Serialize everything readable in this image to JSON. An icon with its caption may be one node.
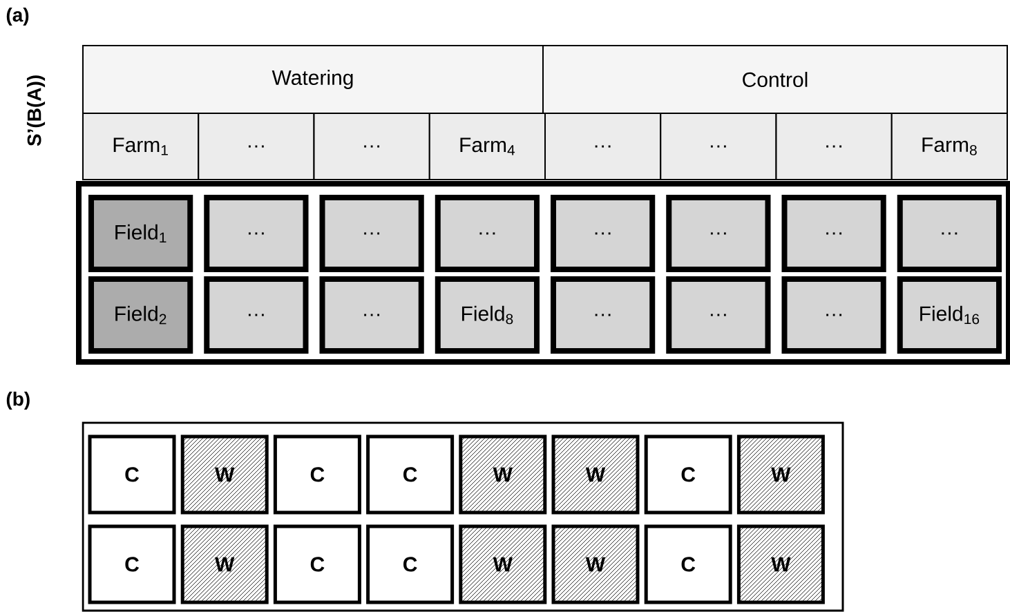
{
  "diagram": {
    "nodes": [
      {
        "text": [
          "Watering"
        ]
      },
      {
        "text": [
          "Control"
        ]
      },
      {
        "text": [
          "Farm$_{1}$"
        ]
      },
      {
        "text": [
          "…"
        ]
      },
      {
        "text": [
          "…"
        ]
      },
      {
        "text": [
          "Farm$_{4}$"
        ]
      },
      {
        "text": [
          "…"
        ]
      },
      {
        "text": [
          "…"
        ]
      },
      {
        "text": [
          "…"
        ]
      },
      {
        "text": [
          "Farm$_{8}$"
        ]
      },
      {
        "text": [],
        "shape": "box"
      },
      {
        "text": [
          "Field$_{1}$"
        ],
        "in": 10
      },
      {
        "text": [
          "…"
        ],
        "in": 10
      },
      {
        "text": [
          "…"
        ],
        "in": 10
      },
      {
        "text": [
          "…"
        ],
        "in": 10
      },
      {
        "text": [
          "…"
        ],
        "in": 10
      },
      {
        "text": [
          "…"
        ],
        "in": 10
      },
      {
        "text": [
          "…"
        ],
        "in": 10
      },
      {
        "text": [
          "…"
        ],
        "in": 10
      },
      {
        "text": [
          "Field$_{2}$"
        ],
        "in": 10
      },
      {
        "text": [
          "…"
        ],
        "in": 10
      },
      {
        "text": [
          "…"
        ],
        "in": 10
      },
      {
        "text": [
          "Field$_{8}$"
        ],
        "in": 10
      },
      {
        "text": [
          "…"
        ],
        "in": 10
      },
      {
        "text": [
          "…"
        ],
        "in": 10
      },
      {
        "text": [
          "…"
        ],
        "in": 10
      },
      {
        "text": [
          "Field$_{16}$"
        ],
        "in": 10
      },
      {
        "text": [],
        "shape": "box"
      },
      {
        "text": [
          "C"
        ],
        "in": 27
      },
      {
        "text": [
          "W"
        ],
        "in": 27
      },
      {
        "text": [
          "C"
        ],
        "in": 27
      },
      {
        "text": [
          "C"
        ],
        "in": 27
      },
      {
        "text": [
          "W"
        ],
        "in": 27
      },
      {
        "text": [
          "W"
        ],
        "in": 27
      },
      {
        "text": [
          "C"
        ],
        "in": 27
      },
      {
        "text": [
          "W"
        ],
        "in": 27
      },
      {
        "text": [
          "C"
        ],
        "in": 27
      },
      {
        "text": [
          "W"
        ],
        "in": 27
      },
      {
        "text": [
          "C"
        ],
        "in": 27
      },
      {
        "text": [
          "C"
        ],
        "in": 27
      },
      {
        "text": [
          "W"
        ],
        "in": 27
      },
      {
        "text": [
          "W"
        ],
        "in": 27
      },
      {
        "text": [
          "C"
        ],
        "in": 27
      },
      {
        "text": [
          "W"
        ],
        "in": 27
      }
    ],
    "labels": [
      "(a)",
      "S’(B(A))",
      "(b)"
    ]
  }
}
